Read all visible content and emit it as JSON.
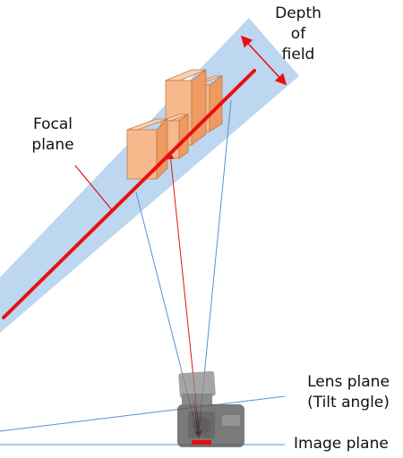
{
  "labels": {
    "depth_of_field": [
      "Depth",
      "of",
      "field"
    ],
    "focal_plane": [
      "Focal",
      "plane"
    ],
    "lens_plane": [
      "Lens plane",
      "(Tilt angle)"
    ],
    "image_plane": "Image plane"
  },
  "colors": {
    "dof_band": "#bcd7ef",
    "focal_line": "#e8100e",
    "ray_blue": "#5b8fd6",
    "ray_red": "#e8100e",
    "box_front": "#f7b88c",
    "box_side": "#ee9a62",
    "box_top": "#fbd0b0",
    "box_edge": "#c07a46",
    "camera": "#6d6d6d"
  },
  "icons": {
    "camera": "camera-icon",
    "arrow": "double-arrow-icon"
  }
}
